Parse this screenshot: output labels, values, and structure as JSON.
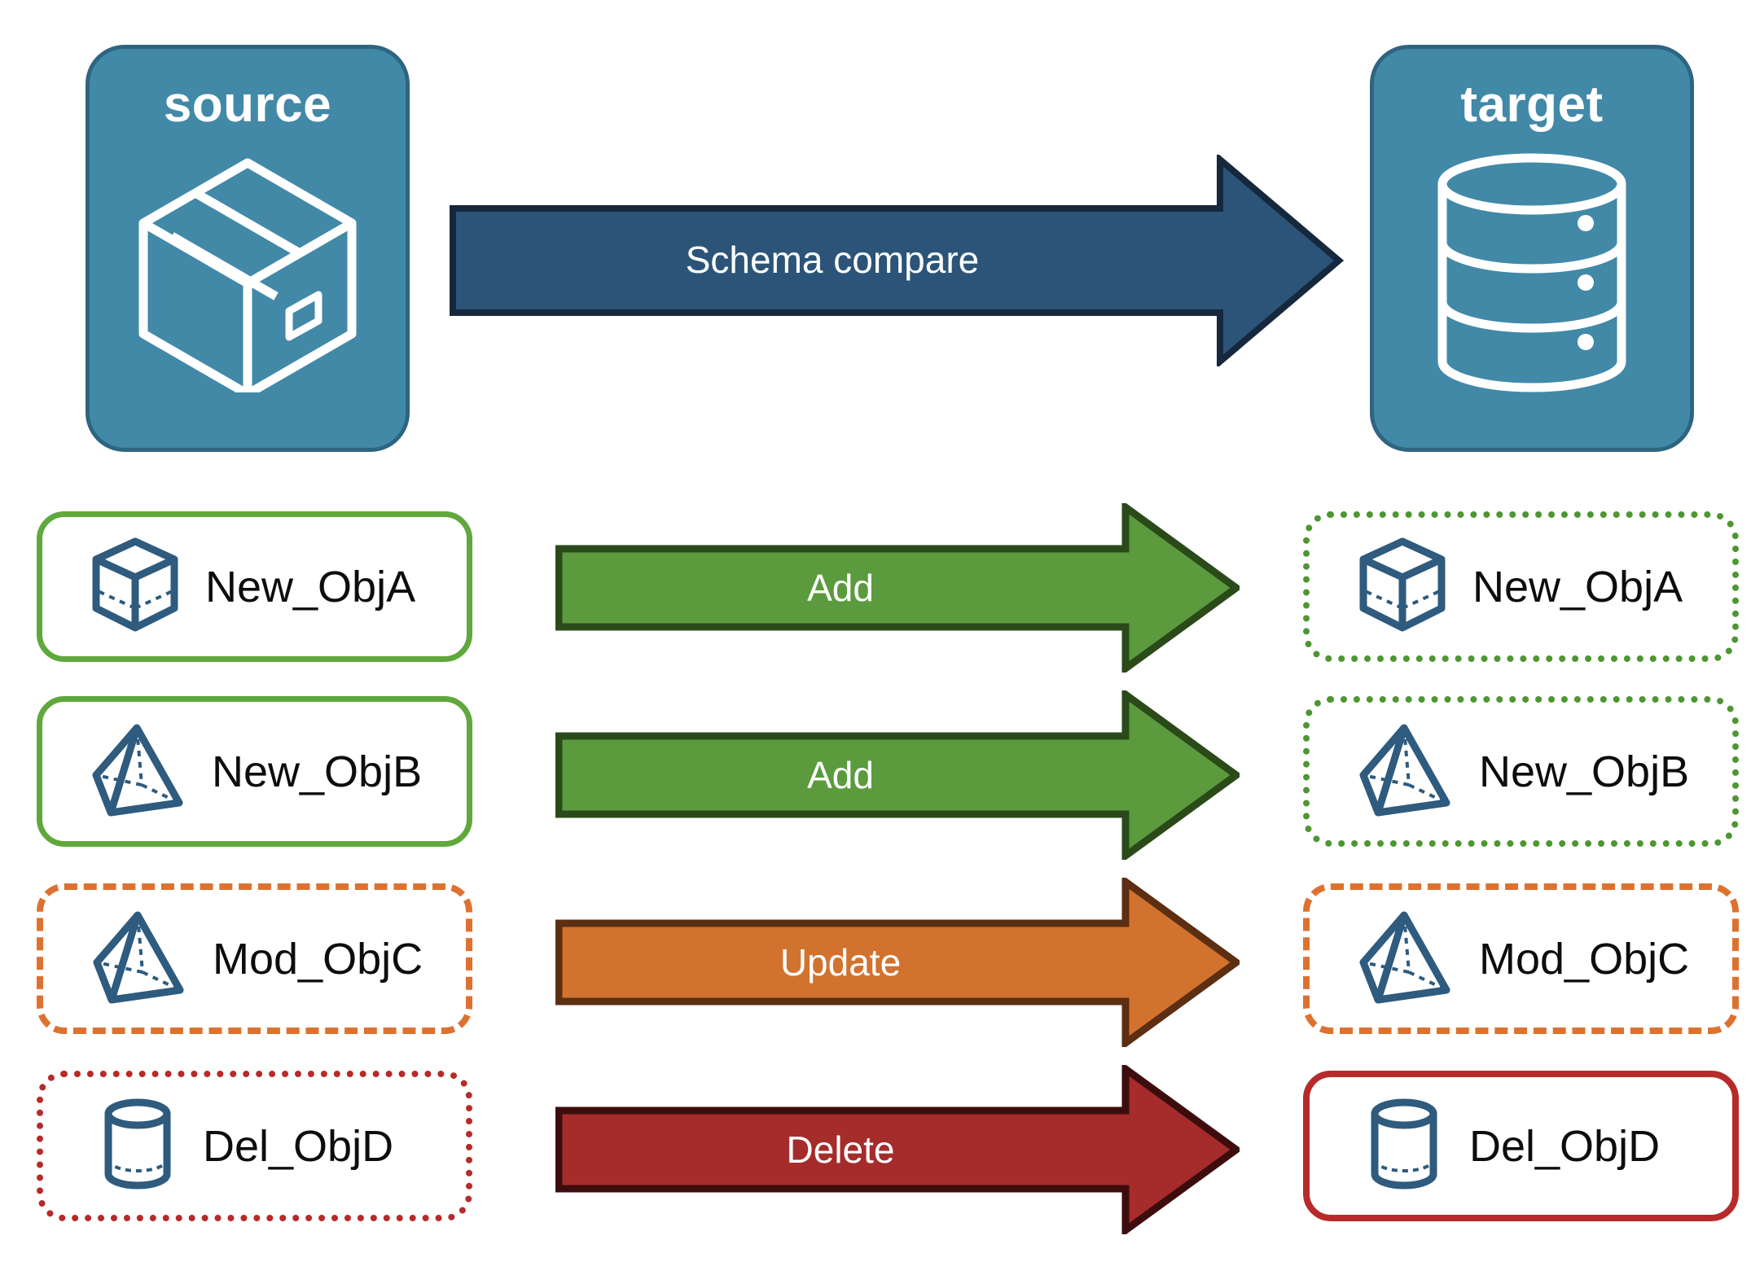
{
  "diagram": {
    "title_hidden": "",
    "endpoints": [
      {
        "id": "source",
        "label": "source",
        "icon": "package-box-icon",
        "fill": "#4289A8",
        "border": "#2E6580"
      },
      {
        "id": "target",
        "label": "target",
        "icon": "database-cylinder-icon",
        "fill": "#4289A8",
        "border": "#2E6580"
      }
    ],
    "main_arrow": {
      "label": "Schema compare",
      "fill": "#2B5478",
      "border": "#16283D",
      "direction": "right"
    },
    "rows": [
      {
        "action": "Add",
        "arrow_fill": "#5B9B3E",
        "arrow_border": "#2A4A1A",
        "source": {
          "label": "New_ObjA",
          "icon": "wireframe-cube-icon",
          "border_color": "#5FA83C",
          "border_style": "solid"
        },
        "target": {
          "label": "New_ObjA",
          "icon": "wireframe-cube-icon",
          "border_color": "#4E9632",
          "border_style": "dotted"
        }
      },
      {
        "action": "Add",
        "arrow_fill": "#5B9B3E",
        "arrow_border": "#2A4A1A",
        "source": {
          "label": "New_ObjB",
          "icon": "wireframe-pyramid-icon",
          "border_color": "#5FA83C",
          "border_style": "solid"
        },
        "target": {
          "label": "New_ObjB",
          "icon": "wireframe-pyramid-icon",
          "border_color": "#4E9632",
          "border_style": "dotted"
        }
      },
      {
        "action": "Update",
        "arrow_fill": "#D2722F",
        "arrow_border": "#5C2E12",
        "source": {
          "label": "Mod_ObjC",
          "icon": "wireframe-pyramid-icon",
          "border_color": "#DD7230",
          "border_style": "dashed"
        },
        "target": {
          "label": "Mod_ObjC",
          "icon": "wireframe-pyramid-icon",
          "border_color": "#DD7230",
          "border_style": "dashed"
        }
      },
      {
        "action": "Delete",
        "arrow_fill": "#A62B2B",
        "arrow_border": "#3D0D0D",
        "source": {
          "label": "Del_ObjD",
          "icon": "wireframe-cylinder-icon",
          "border_color": "#B82A2A",
          "border_style": "dotted"
        },
        "target": {
          "label": "Del_ObjD",
          "icon": "wireframe-cylinder-icon",
          "border_color": "#B82A2A",
          "border_style": "solid"
        }
      }
    ],
    "palette": {
      "icon_stroke": "#2E5B7E",
      "endpoint_fill": "#4289A8",
      "endpoint_border": "#2E6580",
      "text": "#0d0d0d",
      "background": "#FFFFFF"
    }
  }
}
